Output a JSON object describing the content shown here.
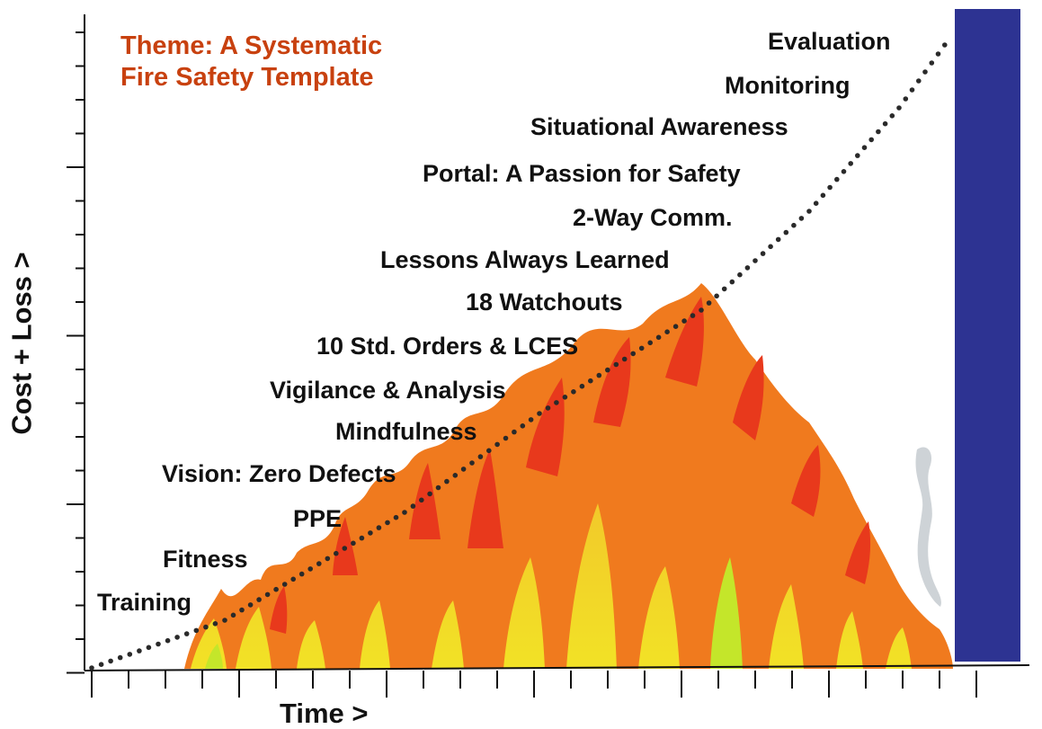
{
  "theme": {
    "line1": "Theme: A Systematic",
    "line2": "Fire Safety Template"
  },
  "axes": {
    "y_title": "Cost + Loss >",
    "x_title": "Time >"
  },
  "steps": [
    {
      "id": "training",
      "label": "Training"
    },
    {
      "id": "fitness",
      "label": "Fitness"
    },
    {
      "id": "ppe",
      "label": "PPE"
    },
    {
      "id": "vision",
      "label": "Vision: Zero  Defects"
    },
    {
      "id": "mindfulness",
      "label": "Mindfulness"
    },
    {
      "id": "vigilance",
      "label": "Vigilance & Analysis"
    },
    {
      "id": "orders",
      "label": "10 Std. Orders & LCES"
    },
    {
      "id": "watchouts",
      "label": "18 Watchouts"
    },
    {
      "id": "lessons",
      "label": "Lessons Always Learned"
    },
    {
      "id": "comm",
      "label": "2-Way Comm."
    },
    {
      "id": "portal",
      "label": "Portal: A Passion for Safety"
    },
    {
      "id": "awareness",
      "label": "Situational Awareness"
    },
    {
      "id": "monitoring",
      "label": "Monitoring"
    },
    {
      "id": "evaluation",
      "label": "Evaluation"
    }
  ],
  "colors": {
    "theme_text": "#c8410f",
    "label_text": "#111111",
    "bar": "#2d3392",
    "flame_red": "#e8391c",
    "flame_orange": "#f07a1e",
    "flame_yellow": "#f2e226",
    "flame_green": "#c4e62a",
    "smoke": "#c9ced3",
    "dots": "#2a2a2a",
    "axis": "#111111"
  }
}
